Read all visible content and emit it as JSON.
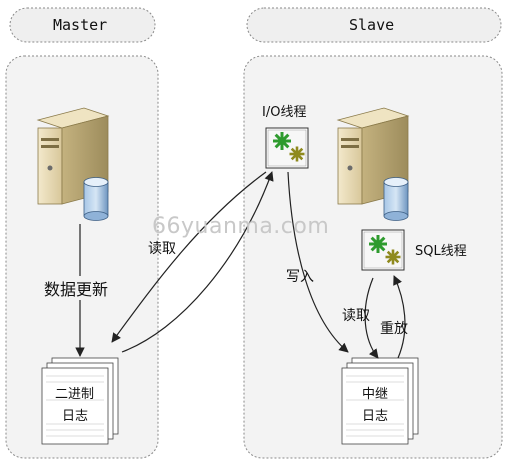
{
  "master": {
    "title": "Master",
    "update_label": "数据更新",
    "binlog_label": [
      "二进制",
      "日志"
    ]
  },
  "slave": {
    "title": "Slave",
    "io_thread_label": "I/O线程",
    "sql_thread_label": "SQL线程",
    "relay_log_label": [
      "中继",
      "日志"
    ]
  },
  "flows": {
    "read_binlog": "读取",
    "write_relay": "写入",
    "read_relay": "读取",
    "replay": "重放"
  },
  "watermark": "66yuanma.com",
  "colors": {
    "panel_fill": "#f2f2f2",
    "panel_stroke": "#9a9a9a",
    "gear_green": "#2e9b2e",
    "gear_olive": "#8f8a1e",
    "server_body": "#e8d9b0",
    "server_dark": "#b9a877",
    "db_blue": "#7ea6cf"
  }
}
